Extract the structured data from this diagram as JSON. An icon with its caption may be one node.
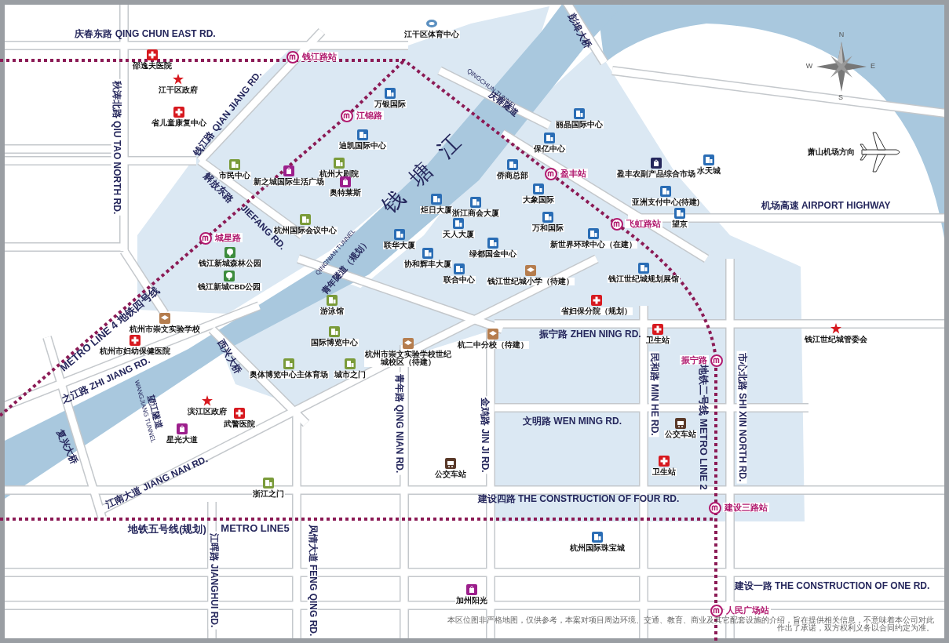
{
  "diagram": {
    "labels": [
      "庆春东路 QING CHUN EAST RD.",
      "江干区体育中心",
      "彭埠大桥",
      "N",
      "邵逸夫医院",
      "钱江路站",
      "W",
      "E",
      "江干区政府",
      "QINGCHUN TUNNEL",
      "S",
      "万银国际",
      "庆春隧道",
      "省儿童康复中心",
      "钱江路 QIAN JIANG RD.",
      "江锦路",
      "丽晶国际中心",
      "秋涛北路 QIU TAO NORTH RD.",
      "迪凯国际中心",
      "保亿中心",
      "萧山机场方向",
      "市民中心",
      "新之城国际生活广场",
      "杭州大剧院",
      "钱塘江",
      "侨商总部",
      "盈丰站",
      "盈丰农副产品综合市场",
      "水天城",
      "解放东路",
      "奥特莱斯",
      "大象国际",
      "亚洲支付中心(待建)",
      "炬日大厦",
      "浙江商会大厦",
      "望京",
      "机场高速 AIRPORT HIGHWAY",
      "JIEFANG RD.",
      "杭州国际会议中心",
      "天人大厦",
      "万和国际",
      "飞虹路站",
      "城星路",
      "QINGNIAN TUNNEL",
      "联华大厦",
      "绿都国金中心",
      "新世界环球中心（在建）",
      "钱江新城森林公园",
      "青年隧道（规划）",
      "协和辉丰大厦",
      "钱江新城CBD公园",
      "联合中心",
      "钱江世纪城小学（待建）",
      "钱江世纪城规划展馆",
      "游泳馆",
      "省妇保分院（规划）",
      "METRO LINE 4 地铁四号线",
      "杭州市崇文实验学校",
      "国际博览中心",
      "杭州市崇文实验学校世纪城校区（待建）",
      "杭二中分校（待建）",
      "振宁路 ZHEN NING RD.",
      "卫生站",
      "钱江世纪城管委会",
      "杭州市妇幼保健医院",
      "西兴大桥",
      "振宁路",
      "之江路 ZHI JIANG RD.",
      "奥体博览中心主体育场",
      "城市之门",
      "WANGJIANG TUNNEL",
      "望江隧道",
      "滨江区政府",
      "武警医院",
      "青年路 QING NIAN RD.",
      "文明路 WEN MING RD.",
      "民和路 MIN HE RD.",
      "地铁二号线 METRO LINE 2",
      "市心北路 SHI XIN NORTH RD.",
      "复兴大桥",
      "星光大道",
      "金鸡路 JIN JI RD.",
      "公交车站",
      "江南大道 JIANG NAN RD.",
      "公交车站",
      "卫生站",
      "浙江之门",
      "建设四路 THE CONSTRUCTION OF FOUR RD.",
      "建设三路站",
      "地铁五号线(规划)",
      "METRO LINE5",
      "杭州国际珠宝城",
      "江晖路 JIANGHUI RD.",
      "风情大道 FENG QING RD.",
      "加州阳光",
      "建设一路 THE CONSTRUCTION OF ONE RD.",
      "人民广场站",
      "本区位图非严格地图，仅供参考，本案对项目周边环境、交通、教育、商业及其它配套设施的介绍，旨在提供相关信息，不意味着本公司对此作出了承诺，双方权利义务以合同约定为准。"
    ]
  }
}
